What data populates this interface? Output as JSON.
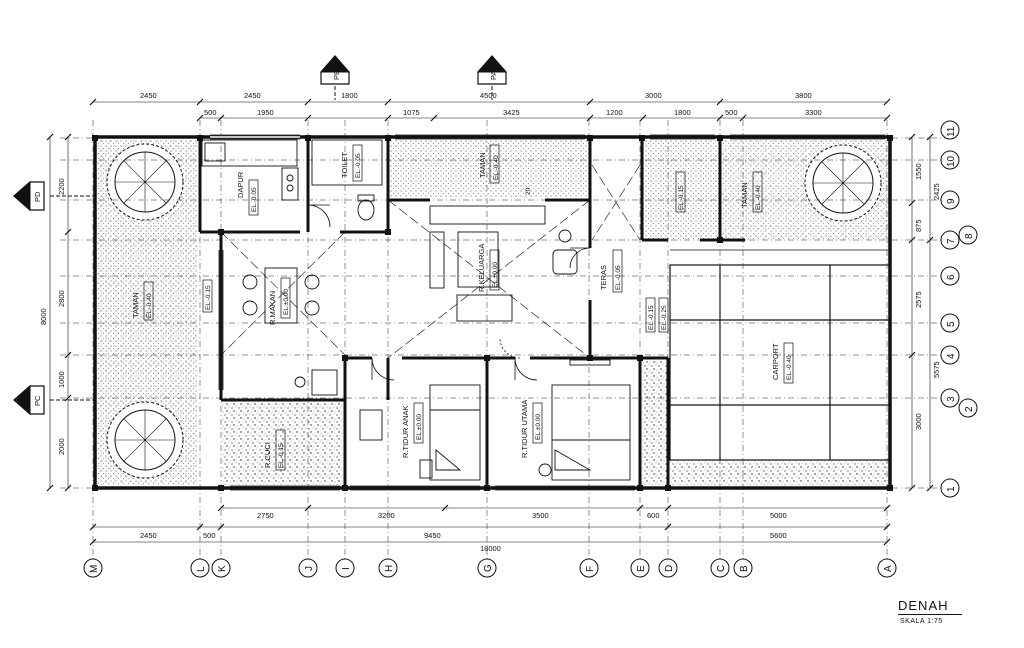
{
  "title": "DENAH",
  "scale": "SKALA 1:75",
  "rooms": {
    "dapur": {
      "name": "DAPUR",
      "el": "EL.-0.05"
    },
    "toilet": {
      "name": "TOILET",
      "el": "EL.-0.05"
    },
    "taman_top": {
      "name": "TAMAN",
      "el": "EL.-0.40"
    },
    "keluarga": {
      "name": "R.KELUARGA",
      "el": "EL.±0.00"
    },
    "teras": {
      "name": "TERAS",
      "el": "EL.-0.05"
    },
    "makan": {
      "name": "R.MAKAN",
      "el": "EL.±0.00"
    },
    "taman_left": {
      "name": "TAMAN",
      "el": "EL.-0.40"
    },
    "taman_right": {
      "name": "TAMAN",
      "el": "EL.-0.40"
    },
    "taman_mid_el": "EL.-0.15",
    "carport": {
      "name": "CARPORT",
      "el": "EL.-0.40"
    },
    "anak": {
      "name": "R.TIDUR ANAK",
      "el": "EL.±0.00"
    },
    "utama": {
      "name": "R.TIDUR UTAMA",
      "el": "EL.±0.00"
    },
    "rcuci": {
      "name": "R.CUCI",
      "el": "EL.-0.15"
    }
  },
  "levels": {
    "makan_left": "EL.-0.15",
    "teras_a": "EL.-0.15",
    "teras_b": "EL.-0.25"
  },
  "section_marks": [
    "PB",
    "PA",
    "PD",
    "PC"
  ],
  "dims_top_outer": [
    "2450",
    "2450",
    "1800",
    "4500",
    "3000",
    "3800"
  ],
  "dims_top_inner": [
    "500",
    "1950",
    "1075",
    "3425",
    "1200",
    "1800",
    "500",
    "3300"
  ],
  "dims_bottom_inner": [
    "2750",
    "3200",
    "3500",
    "600",
    "5000"
  ],
  "dims_bottom_outer": [
    "2450",
    "500",
    "9450",
    "5600"
  ],
  "dims_bottom_total": "18000",
  "dims_left": [
    "2200",
    "2800",
    "1000",
    "2000"
  ],
  "dims_left_total": "8000",
  "dims_right_inner": [
    "1550",
    "875",
    "2575",
    "3000"
  ],
  "dims_right_outer": [
    "2425",
    "5575"
  ],
  "grid_bottom": [
    "M",
    "L",
    "K",
    "J",
    "I",
    "H",
    "G",
    "F",
    "E",
    "D",
    "C",
    "B",
    "A"
  ],
  "grid_right": [
    "11",
    "10",
    "9",
    "7",
    "6",
    "5",
    "4",
    "3",
    "1"
  ],
  "grid_right_side": [
    "8",
    "2"
  ],
  "small_note": "20"
}
